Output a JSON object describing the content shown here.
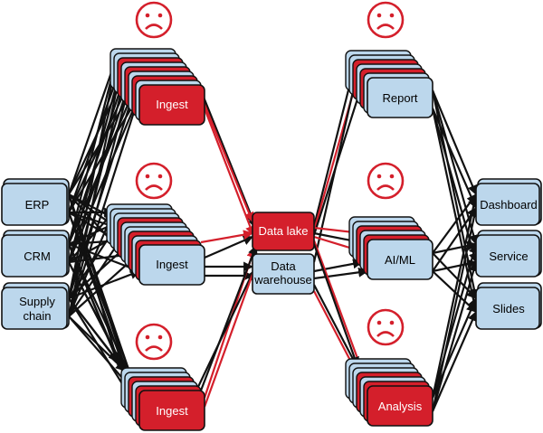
{
  "colors": {
    "blue_fill": "#bcd7ec",
    "red_fill": "#d41f2b",
    "stroke": "#111111",
    "red_line": "#d41f2b",
    "face_red": "#d41f2b"
  },
  "sources": [
    "ERP",
    "CRM",
    "Supply chain"
  ],
  "ingest": [
    "Ingest",
    "Ingest",
    "Ingest"
  ],
  "storage": {
    "lake": "Data lake",
    "warehouse": "Data warehouse"
  },
  "consumers": [
    "Report",
    "AI/ML",
    "Analysis"
  ],
  "outputs": [
    "Dashboard",
    "Service",
    "Slides"
  ],
  "icons": [
    "sad-face-icon",
    "sad-face-icon",
    "sad-face-icon",
    "sad-face-icon",
    "sad-face-icon",
    "sad-face-icon"
  ]
}
